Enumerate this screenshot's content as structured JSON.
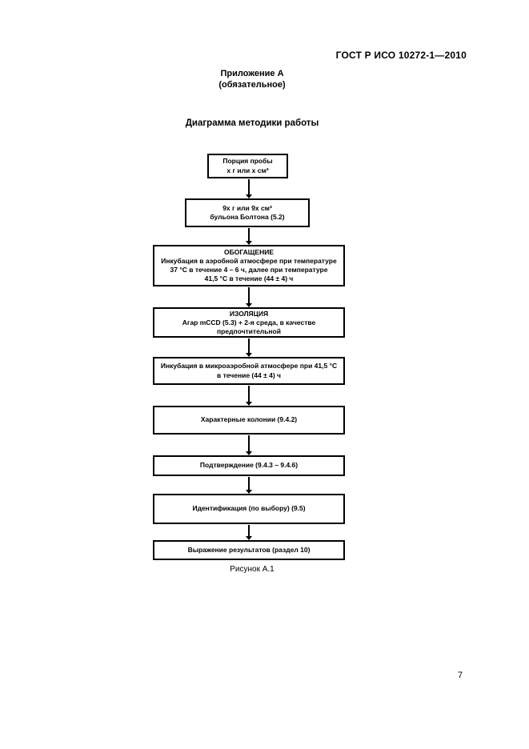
{
  "header": {
    "doc_number": "ГОСТ Р ИСО 10272-1—2010"
  },
  "appendix": {
    "title": "Приложение А",
    "subtitle": "(обязательное)"
  },
  "diagram": {
    "title": "Диаграмма методики работы",
    "caption": "Рисунок А.1"
  },
  "flowchart": {
    "boxes": [
      {
        "lines": [
          "Порция пробы",
          "х г или х см³"
        ]
      },
      {
        "lines": [
          "9х г или 9х см³",
          "бульона Болтона (5.2)"
        ]
      },
      {
        "lines": [
          "ОБОГАЩЕНИЕ",
          "Инкубация в аэробной атмосфере при температуре",
          "37 °С в течение 4 – 6 ч, далее при температуре",
          "41,5 °С в течение (44 ± 4) ч"
        ]
      },
      {
        "lines": [
          "ИЗОЛЯЦИЯ",
          "Агар mCCD (5.3) + 2-я среда, в качестве",
          "предпочтительной"
        ]
      },
      {
        "lines": [
          "Инкубация в микроаэробной атмосфере при 41,5 °С",
          "в течение (44 ± 4) ч"
        ]
      },
      {
        "lines": [
          "Характерные колонии (9.4.2)"
        ]
      },
      {
        "lines": [
          "Подтверждение (9.4.3 – 9.4.6)"
        ]
      },
      {
        "lines": [
          "Идентификация (по выбору) (9.5)"
        ]
      },
      {
        "lines": [
          "Выражение результатов (раздел 10)"
        ]
      }
    ]
  },
  "footer": {
    "page_number": "7"
  }
}
